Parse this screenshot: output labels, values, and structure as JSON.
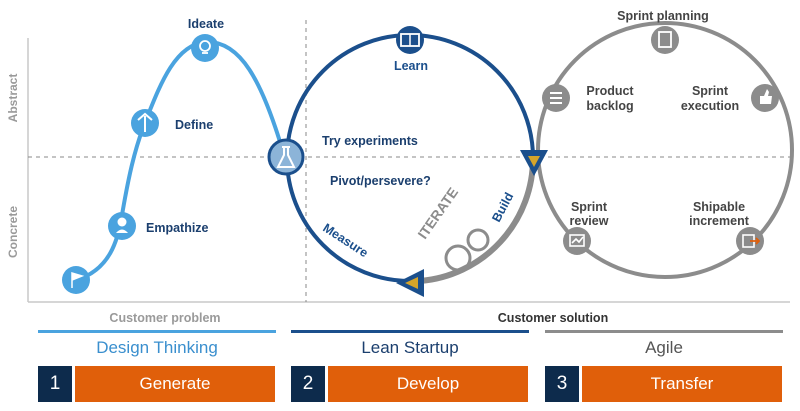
{
  "axis": {
    "y_top": "Abstract",
    "y_bottom": "Concrete"
  },
  "design_thinking": {
    "steps": [
      "Ideate",
      "Define",
      "Empathize"
    ]
  },
  "lean": {
    "learn": "Learn",
    "try": "Try experiments",
    "pivot": "Pivot/persevere?",
    "build": "Build",
    "measure": "Measure",
    "iterate": "ITERATE"
  },
  "agile": {
    "sprint_planning": "Sprint planning",
    "product_backlog": [
      "Product",
      "backlog"
    ],
    "sprint_execution": [
      "Sprint",
      "execution"
    ],
    "sprint_review": [
      "Sprint",
      "review"
    ],
    "shipable_increment": [
      "Shipable",
      "increment"
    ]
  },
  "bottom": {
    "customer_problem": "Customer problem",
    "customer_solution": "Customer solution"
  },
  "phases": [
    {
      "name": "Design Thinking",
      "number": "1",
      "action": "Generate",
      "color": "#4aa3df"
    },
    {
      "name": "Lean Startup",
      "number": "2",
      "action": "Develop",
      "color": "#1b4f8c"
    },
    {
      "name": "Agile",
      "number": "3",
      "action": "Transfer",
      "color": "#8c8c8c"
    }
  ],
  "colors": {
    "light_blue": "#4aa3df",
    "dark_blue": "#1b4f8c",
    "gray": "#8c8c8c",
    "orange": "#e05f0a",
    "navy": "#0d2b4c",
    "arrow_gold": "#d6a52a"
  }
}
